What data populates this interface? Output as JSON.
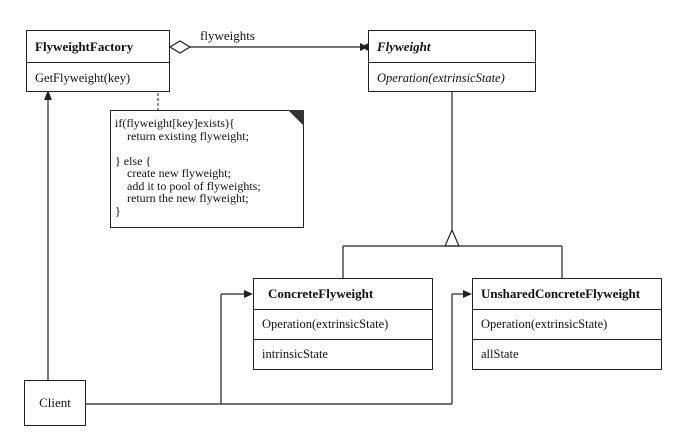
{
  "flyweight_factory": {
    "name": "FlyweightFactory",
    "operation": "GetFlyweight(key)"
  },
  "flyweight": {
    "name": "Flyweight",
    "operation": "Operation(extrinsicState)"
  },
  "concrete_flyweight": {
    "name": "ConcreteFlyweight",
    "operation": "Operation(extrinsicState)",
    "attribute": "intrinsicState"
  },
  "unshared_concrete_flyweight": {
    "name": "UnsharedConcreteFlyweight",
    "operation": "Operation(extrinsicState)",
    "attribute": "allState"
  },
  "client": {
    "name": "Client"
  },
  "association_label": "flyweights",
  "note": {
    "lines": [
      "if(flyweight[key]exists){",
      "return existing flyweight;",
      "",
      "} else {",
      "create new flyweight;",
      "add it to pool of flyweights;",
      "return the new flyweight;",
      "}"
    ]
  }
}
